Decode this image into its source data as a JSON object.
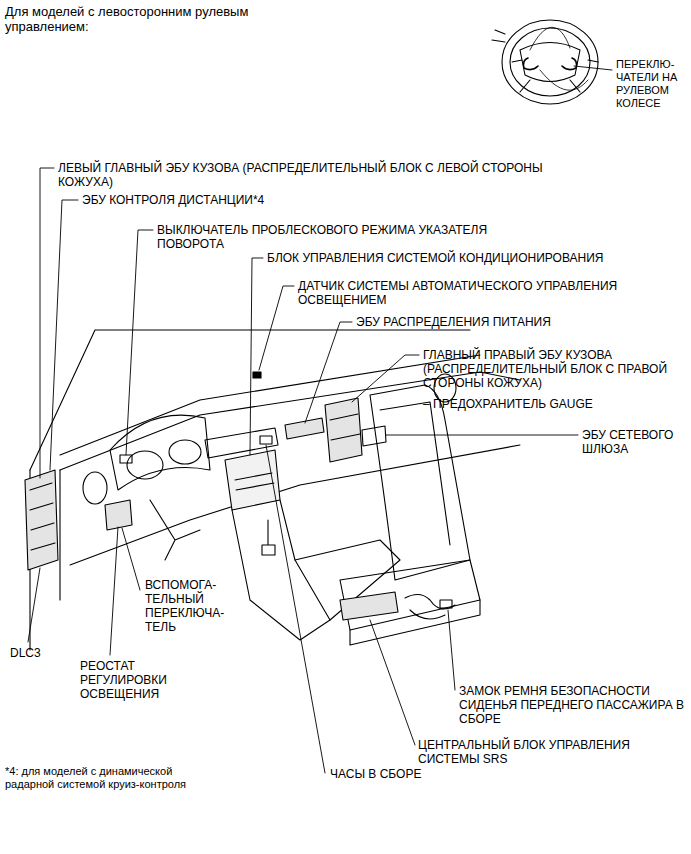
{
  "diagram": {
    "title": "Для моделей с левосторонним рулевым управлением:",
    "labels": [
      "ПЕРЕКЛЮ- ЧАТЕЛИ НА РУЛЕВОМ КОЛЕСЕ",
      "ЛЕВЫЙ ГЛАВНЫЙ ЭБУ КУЗОВА (РАСПРЕДЕЛИТЕЛЬНЫЙ БЛОК С ЛЕВОЙ СТОРОНЫ КОЖУХА)",
      "ЭБУ КОНТРОЛЯ ДИСТАНЦИИ*4",
      "ВЫКЛЮЧАТЕЛЬ ПРОБЛЕСКОВОГО РЕЖИМА УКАЗАТЕЛЯ ПОВОРОТА",
      "БЛОК УПРАВЛЕНИЯ СИСТЕМОЙ КОНДИЦИОНИРОВАНИЯ",
      "ДАТЧИК СИСТЕМЫ АВТОМАТИЧЕСКОГО УПРАВЛЕНИЯ ОСВЕЩЕНИЕМ",
      "ЭБУ РАСПРЕДЕЛЕНИЯ ПИТАНИЯ",
      "ГЛАВНЫЙ ПРАВЫЙ ЭБУ КУЗОВА (РАСПРЕДЕЛИТЕЛЬНЫЙ БЛОК С ПРАВОЙ СТОРОНЫ КОЖУХА)",
      "– ПРЕДОХРАНИТЕЛЬ GAUGE",
      "ЭБУ СЕТЕВОГО ШЛЮЗА",
      "ВСПОМОГА- ТЕЛЬНЫЙ ПЕРЕКЛЮЧА- ТЕЛЬ",
      "DLC3",
      "РЕОСТАТ РЕГУЛИРОВКИ ОСВЕЩЕНИЯ",
      "ЗАМОК РЕМНЯ БЕЗОПАСНОСТИ СИДЕНЬЯ ПЕРЕДНЕГО ПАССАЖИРА В СБОРЕ",
      "ЦЕНТРАЛЬНЫЙ БЛОК УПРАВЛЕНИЯ СИСТЕМЫ SRS",
      "ЧАСЫ В СБОРЕ",
      "*4: для моделей с динамической радарной системой круиз-контроля"
    ]
  }
}
